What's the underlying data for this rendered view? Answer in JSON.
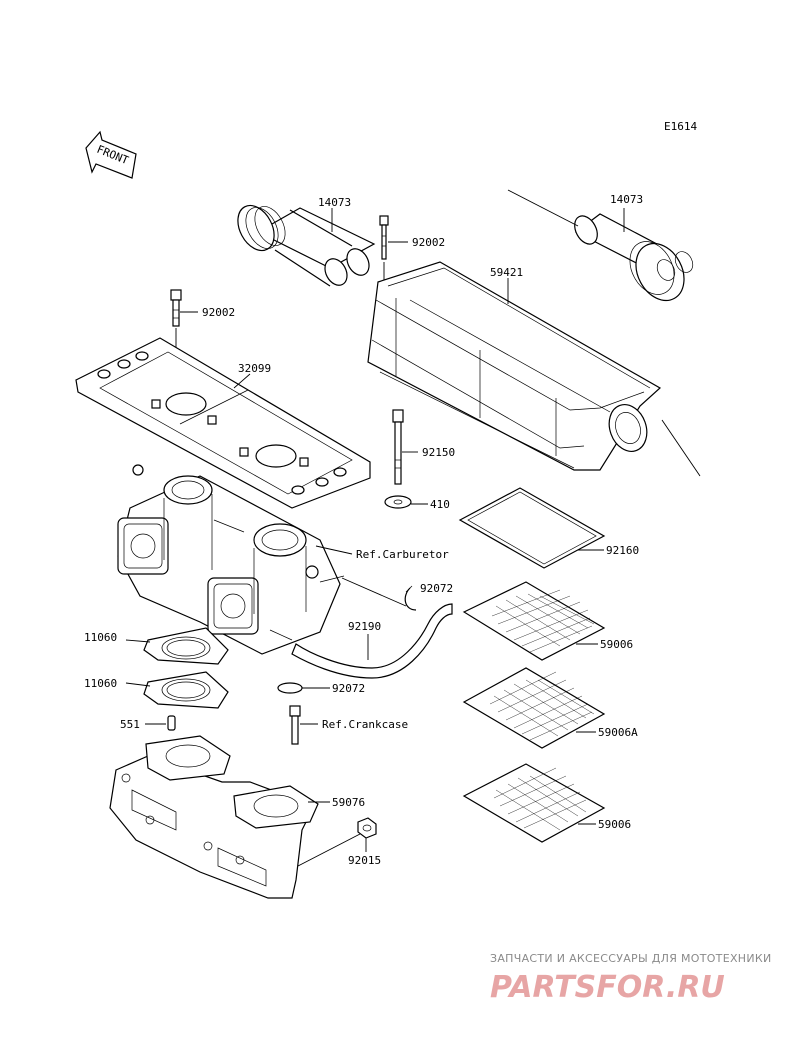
{
  "diagram_id": "E1614",
  "front_label": "FRONT",
  "parts": {
    "p14073_left": "14073",
    "p14073_right": "14073",
    "p92002_top": "92002",
    "p92002_left": "92002",
    "p59421": "59421",
    "p32099": "32099",
    "p92150": "92150",
    "p410": "410",
    "p92160": "92160",
    "ref_carburetor": "Ref.Carburetor",
    "p92072_upper": "92072",
    "p92190": "92190",
    "p59006_upper": "59006",
    "p11060_upper": "11060",
    "p11060_lower": "11060",
    "p92072_lower": "92072",
    "p551": "551",
    "ref_crankcase": "Ref.Crankcase",
    "p59006A": "59006A",
    "p59076": "59076",
    "p59006_lower": "59006",
    "p92015": "92015"
  },
  "watermark": {
    "line1": "ЗАПЧАСТИ И АКСЕССУАРЫ ДЛЯ МОТОТЕХНИКИ",
    "line2": "PARTSFOR.RU"
  }
}
